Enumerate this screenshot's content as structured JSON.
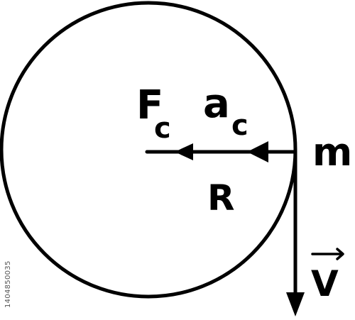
{
  "diagram": {
    "labels": {
      "force": "F",
      "force_subscript": "c",
      "acceleration": "a",
      "acceleration_subscript": "c",
      "radius": "R",
      "mass": "m",
      "velocity": "V"
    },
    "stock_id": "1404850035",
    "colors": {
      "stroke": "#000000",
      "background": "#ffffff"
    }
  }
}
